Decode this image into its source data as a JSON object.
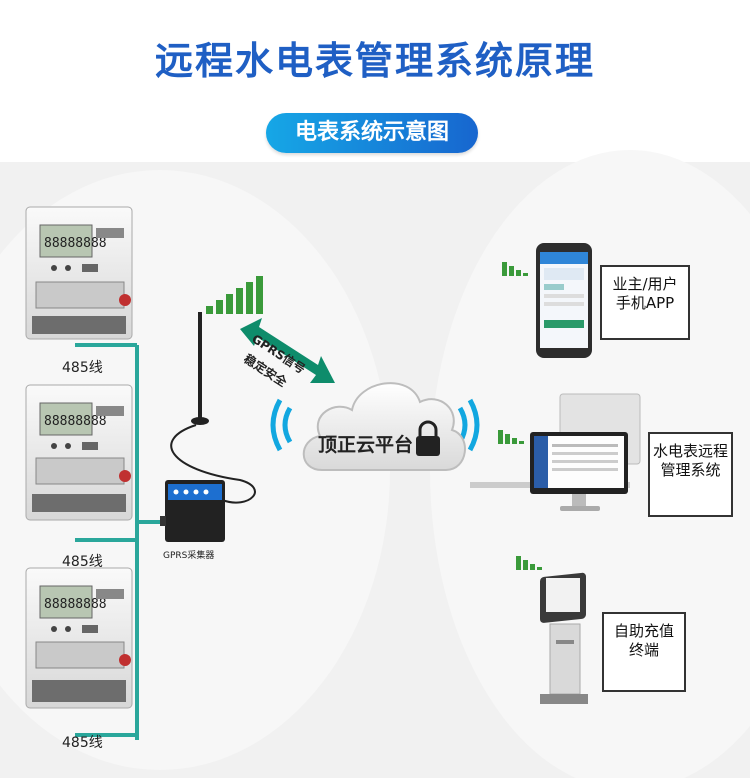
{
  "header": {
    "title": "远程水电表管理系统原理",
    "subtitle": "电表系统示意图"
  },
  "wiring": {
    "label_485_1": "485线",
    "label_485_2": "485线",
    "label_485_3": "485线",
    "collector": "GPRS采集器"
  },
  "signal": {
    "line1": "GPRS信号",
    "line2": "稳定安全"
  },
  "cloud": {
    "name": "顶正云平台"
  },
  "endpoints": {
    "app": {
      "line1": "业主/用户",
      "line2": "手机APP"
    },
    "web": {
      "line1": "水电表远程",
      "line2": "管理系统"
    },
    "kiosk": {
      "line1": "自助充值",
      "line2": "终端"
    }
  },
  "colors": {
    "title": "#1f5fc4",
    "accent": "#16a7e6",
    "wire": "#2aa79b",
    "signal": "#2f8f2f"
  }
}
